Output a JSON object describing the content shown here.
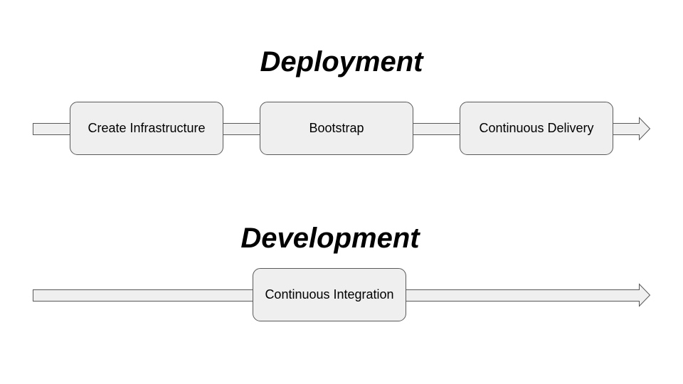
{
  "deployment": {
    "title": "Deployment",
    "stages": [
      "Create Infrastructure",
      "Bootstrap",
      "Continuous Delivery"
    ]
  },
  "development": {
    "title": "Development",
    "stages": [
      "Continuous Integration"
    ]
  },
  "colors": {
    "box_fill": "#efefef",
    "box_stroke": "#595959",
    "arrow_fill": "#efefef",
    "arrow_stroke": "#595959",
    "text": "#000000"
  }
}
